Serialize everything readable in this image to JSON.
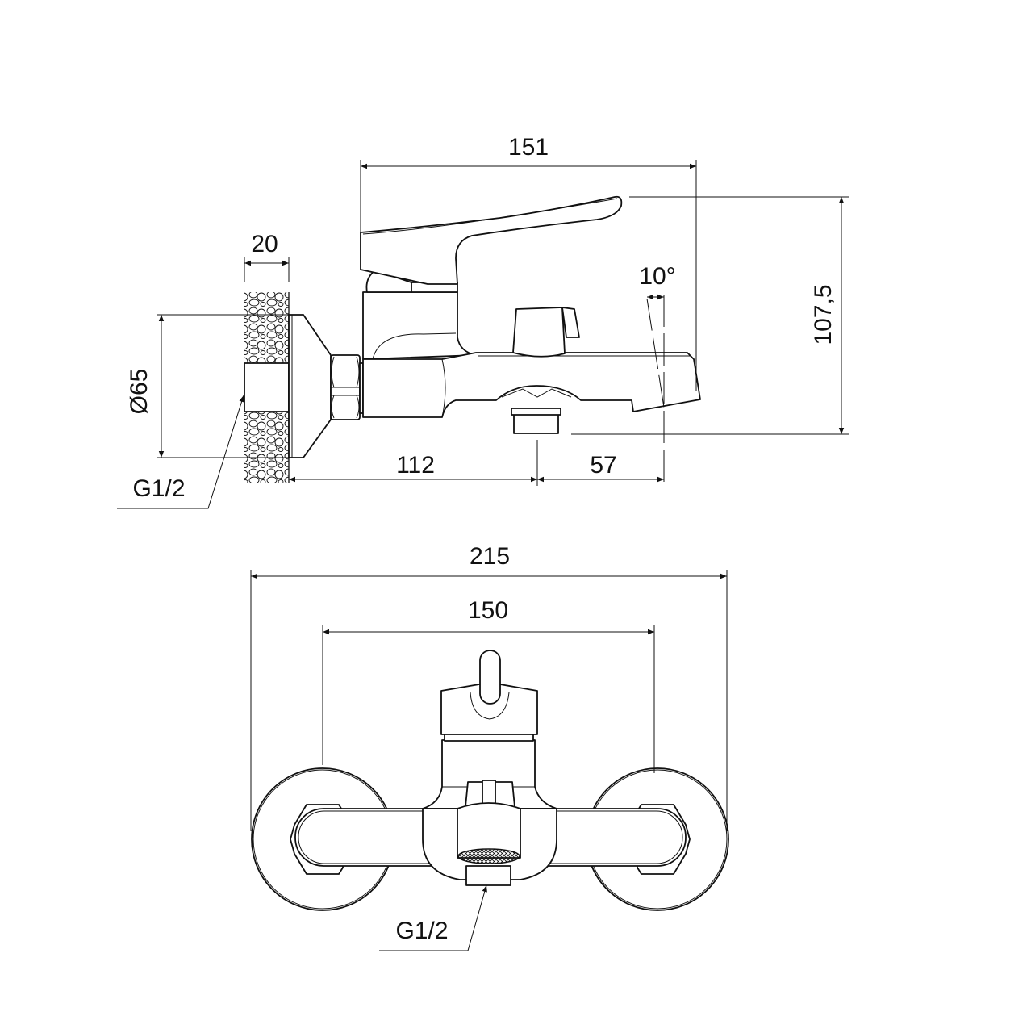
{
  "side_view": {
    "dim_width": "151",
    "dim_height": "107,5",
    "dim_wall": "20",
    "dim_flange": "Ø65",
    "dim_projection": "112",
    "dim_spout": "57",
    "dim_angle": "10°",
    "connection_label": "G1/2"
  },
  "front_view": {
    "dim_overall": "215",
    "dim_centers": "150",
    "connection_label": "G1/2"
  },
  "colors": {
    "line": "#111111",
    "background": "#ffffff"
  }
}
